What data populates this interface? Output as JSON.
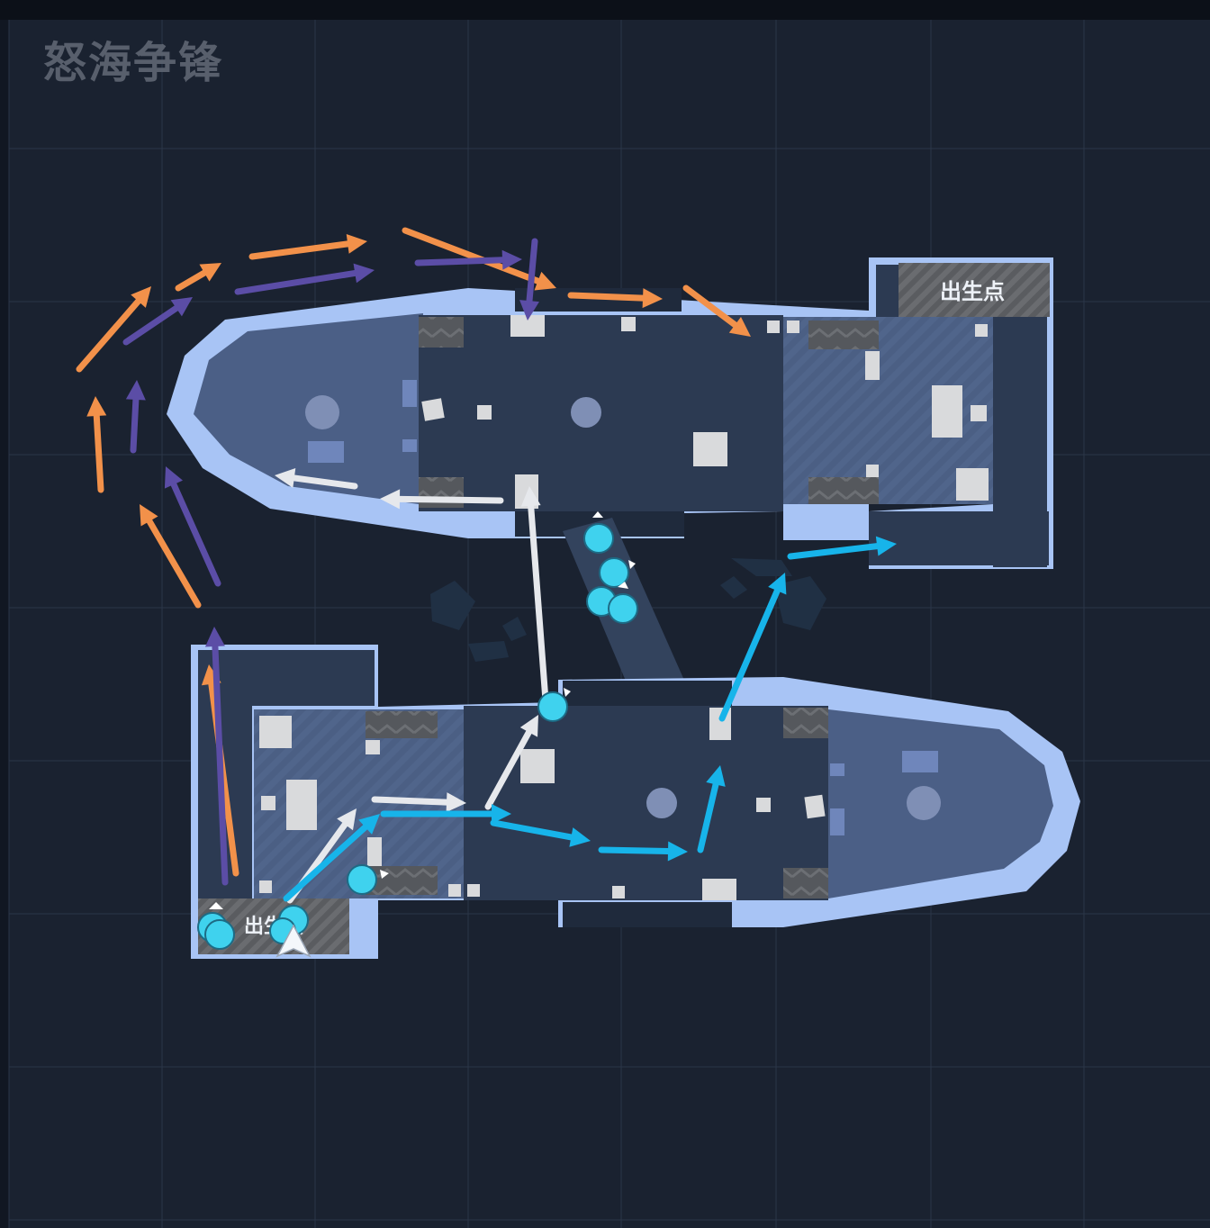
{
  "map": {
    "title": "怒海争锋",
    "spawn_top_label": "出生点",
    "spawn_bottom_label": "出生点"
  },
  "colors": {
    "background": "#1a2230",
    "grid": "#2b3648",
    "ship_outline": "#a8c4f5",
    "deck_dark": "#2c3a52",
    "deck_light": "#4a5f86",
    "spawn_zone": "#5f6164",
    "route_orange": "#f2914a",
    "route_purple": "#5b4da6",
    "route_white": "#e6e8ec",
    "route_blue": "#17b4ea",
    "player_marker": "#3fd2ee"
  },
  "icons": {
    "player": "player-position-icon",
    "teammate": "teammate-marker-icon",
    "route": "arrow-icon"
  },
  "routes": [
    {
      "name": "route-orange"
    },
    {
      "name": "route-purple"
    },
    {
      "name": "route-white"
    },
    {
      "name": "route-blue"
    }
  ]
}
